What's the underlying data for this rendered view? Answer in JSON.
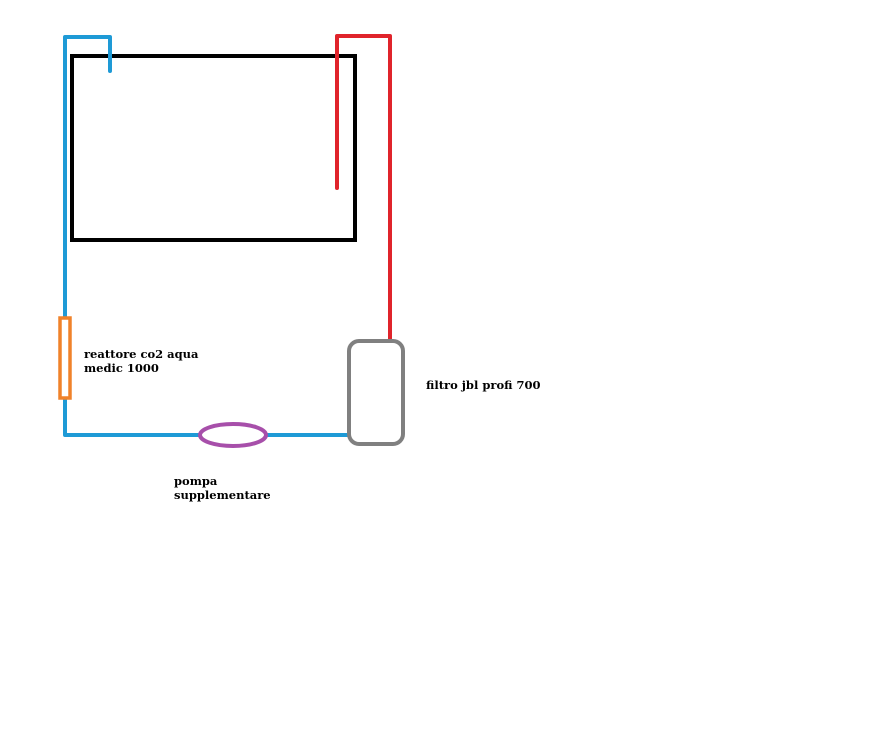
{
  "labels": {
    "reactor": [
      "reattore co2 aqua",
      "medic 1000"
    ],
    "filter": [
      "filtro jbl profi 700"
    ],
    "pump": [
      "pompa",
      "supplementare"
    ]
  },
  "colors": {
    "tank": "#000000",
    "return_pipe": "#e0242b",
    "intake_pipe": "#1e9ad6",
    "reactor": "#f0822a",
    "pump": "#a74faa",
    "filter": "#808080"
  }
}
